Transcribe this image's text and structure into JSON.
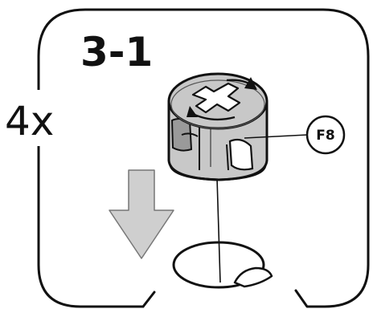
{
  "step": {
    "number": "3-1",
    "quantity": "4x"
  },
  "part": {
    "name": "cam-lock-fitting",
    "callout_label": "F8"
  },
  "colors": {
    "outline": "#111111",
    "part_fill": "#c8c8c8",
    "part_shadow": "#9a9a9a",
    "arrow_fill": "#cfcfcf",
    "background": "#ffffff"
  }
}
